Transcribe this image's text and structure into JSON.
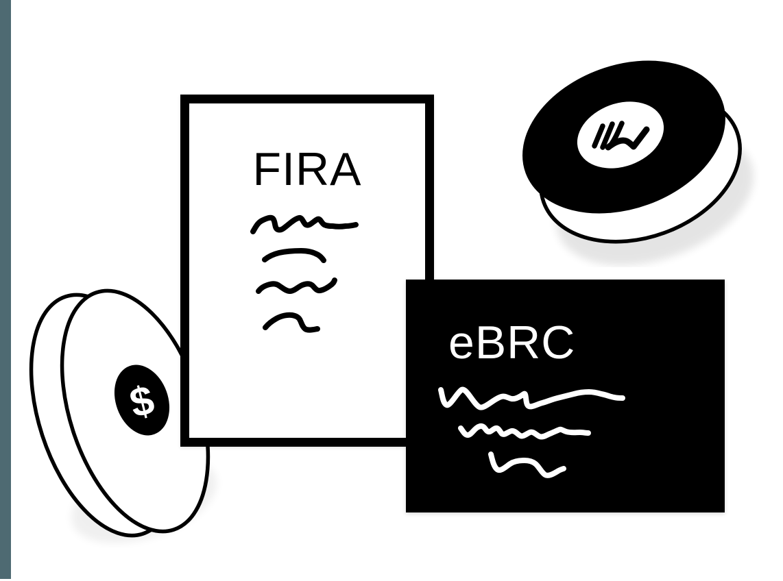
{
  "illustration": {
    "background_color": "#ffffff",
    "ink_color": "#000000",
    "accent_bar_color": "#4e6a72",
    "fira_document": {
      "label": "FIRA",
      "text_color": "#000000",
      "background": "#ffffff",
      "scribble_lines": 4
    },
    "ebrc_card": {
      "label": "eBRC",
      "text_color": "#ffffff",
      "background": "#000000",
      "scribble_lines": 3
    },
    "dollar_coin": {
      "symbol": "$",
      "face_color": "#ffffff",
      "badge_color": "#000000"
    },
    "rupee_coin": {
      "icon": "rupee-scribble-icon",
      "face_color": "#000000",
      "badge_color": "#ffffff"
    }
  }
}
